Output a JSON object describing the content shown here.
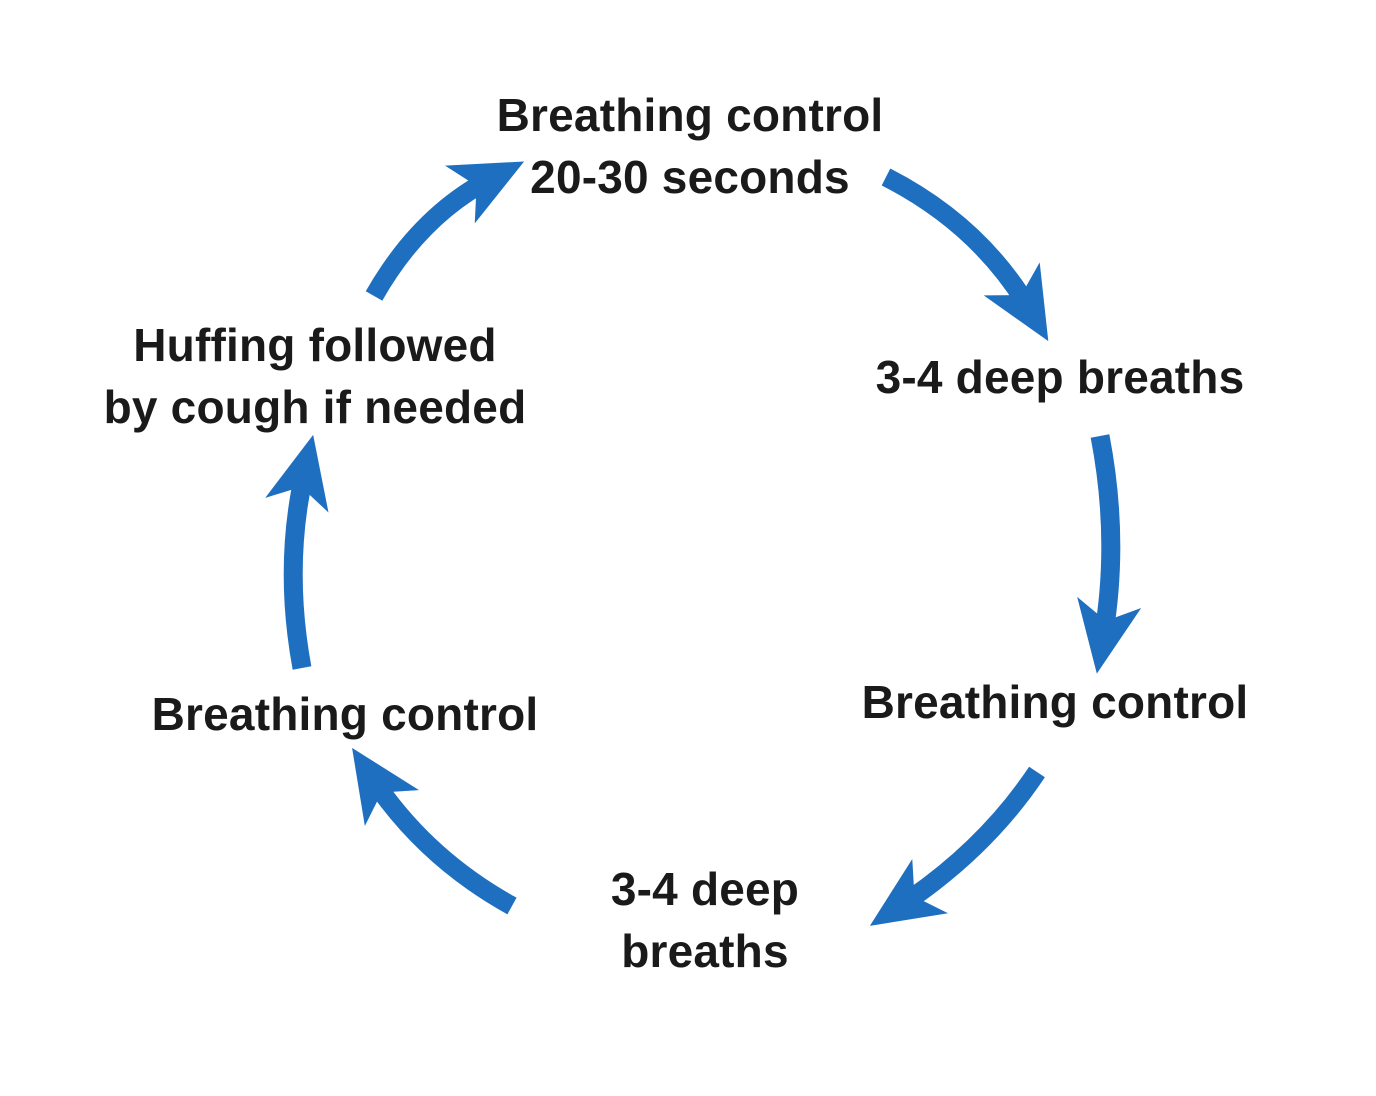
{
  "diagram": {
    "arrow_color": "#1f6fc0",
    "text_color": "#1a1a1a",
    "steps": [
      {
        "lines": [
          "Breathing control",
          "20-30 seconds"
        ]
      },
      {
        "lines": [
          "3-4 deep breaths"
        ]
      },
      {
        "lines": [
          "Breathing control"
        ]
      },
      {
        "lines": [
          "3-4 deep",
          "breaths"
        ]
      },
      {
        "lines": [
          "Breathing control"
        ]
      },
      {
        "lines": [
          "Huffing followed",
          "by cough if needed"
        ]
      }
    ],
    "arrows": [
      {
        "name": "arrow-top-right",
        "from_step": 1,
        "to_step": 2
      },
      {
        "name": "arrow-right",
        "from_step": 2,
        "to_step": 3
      },
      {
        "name": "arrow-bottom-right",
        "from_step": 3,
        "to_step": 4
      },
      {
        "name": "arrow-bottom-left",
        "from_step": 4,
        "to_step": 5
      },
      {
        "name": "arrow-left",
        "from_step": 5,
        "to_step": 6
      },
      {
        "name": "arrow-top-left",
        "from_step": 6,
        "to_step": 1
      }
    ]
  }
}
